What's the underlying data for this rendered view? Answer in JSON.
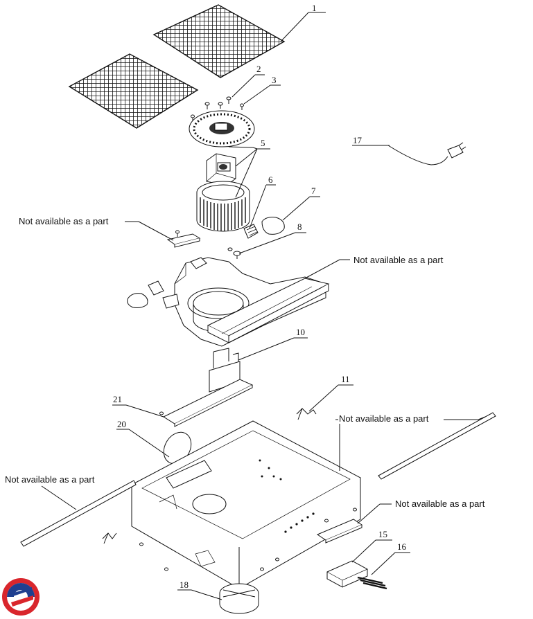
{
  "callouts": [
    {
      "id": "1",
      "text": "1"
    },
    {
      "id": "2",
      "text": "2"
    },
    {
      "id": "3",
      "text": "3"
    },
    {
      "id": "5",
      "text": "5"
    },
    {
      "id": "6",
      "text": "6"
    },
    {
      "id": "7",
      "text": "7"
    },
    {
      "id": "8",
      "text": "8"
    },
    {
      "id": "10",
      "text": "10"
    },
    {
      "id": "11",
      "text": "11"
    },
    {
      "id": "15",
      "text": "15"
    },
    {
      "id": "16",
      "text": "16"
    },
    {
      "id": "17",
      "text": "17"
    },
    {
      "id": "18",
      "text": "18"
    },
    {
      "id": "20",
      "text": "20"
    },
    {
      "id": "21",
      "text": "21"
    }
  ],
  "notes": {
    "na_1": "Not available as a part",
    "na_2": "Not available as a part",
    "na_3": "Not available as a part",
    "na_4": "Not available as a part",
    "na_5": "Not available as a part"
  },
  "logo": {
    "colors": {
      "red": "#d9262c",
      "blue": "#1f3f8f"
    }
  }
}
